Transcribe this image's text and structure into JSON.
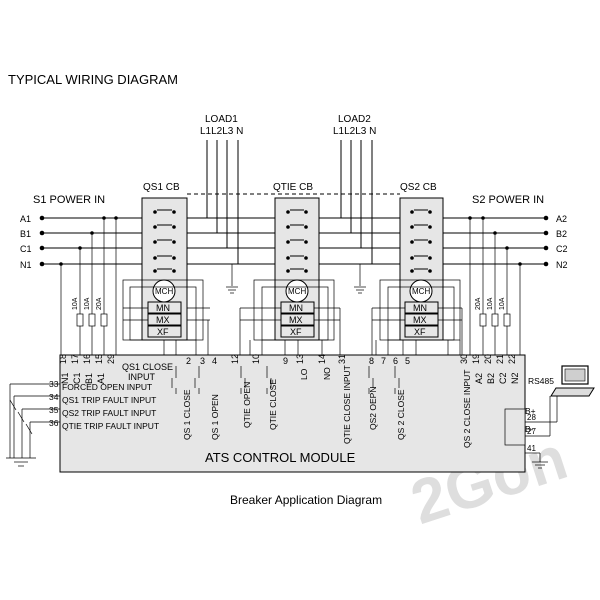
{
  "title": "TYPICAL WIRING DIAGRAM",
  "caption": "Breaker Application Diagram",
  "watermark": "2Gon",
  "colors": {
    "line": "#000000",
    "watermark": "#d9d9d9",
    "watermark_red": "#e57373"
  },
  "sources": {
    "s1_label": "S1 POWER IN",
    "s2_label": "S2 POWER IN",
    "s1_phases": [
      "A1",
      "B1",
      "C1",
      "N1"
    ],
    "s2_phases": [
      "A2",
      "B2",
      "C2",
      "N2"
    ]
  },
  "loads": {
    "load1": {
      "title": "LOAD1",
      "phases": "L1L2L3 N"
    },
    "load2": {
      "title": "LOAD2",
      "phases": "L1L2L3 N"
    }
  },
  "breakers": {
    "qs1": "QS1 CB",
    "qtie": "QTIE CB",
    "qs2": "QS2 CB",
    "mch": "MCH",
    "mn": "MN",
    "mx": "MX",
    "xf": "XF"
  },
  "fuses": [
    "10A",
    "10A",
    "20A",
    "20A",
    "10A",
    "10A"
  ],
  "terminals": {
    "left_bottom": [
      "18",
      "17",
      "16",
      "15",
      "29"
    ],
    "left_bottom_labels": [
      "N1",
      "C1",
      "B1",
      "A1"
    ],
    "module_top": [
      "2",
      "3",
      "4",
      "12",
      "10",
      "9",
      "13",
      "14",
      "31",
      "8",
      "7",
      "6",
      "5",
      "30",
      "19",
      "20",
      "21",
      "22"
    ],
    "right_bottom_labels": [
      "A2",
      "B2",
      "C2",
      "N2"
    ],
    "side_inputs": [
      "33",
      "34",
      "35",
      "36"
    ],
    "comm": [
      "28",
      "27",
      "41"
    ]
  },
  "module": {
    "title": "ATS CONTROL MODULE",
    "qs1_close_input": "QS1 CLOSE\nINPUT",
    "inputs": [
      "FORCED OPEN INPUT",
      "QS1 TRIP FAULT INPUT",
      "QS2 TRIP FAULT INPUT",
      "QTIE TRIP FAULT INPUT"
    ],
    "vertical_labels": [
      "QS 1 CLOSE",
      "QS 1 OPEN",
      "QTIE OPEN",
      "QTIE CLOSE",
      "LO",
      "NO",
      "QTIE CLOSE INPUT",
      "QS2 OEPN",
      "QS 2 CLOSE",
      "QS 2 CLOSE INPUT"
    ],
    "b_plus": "B+",
    "b_minus": "B-",
    "rs485": "RS485"
  }
}
